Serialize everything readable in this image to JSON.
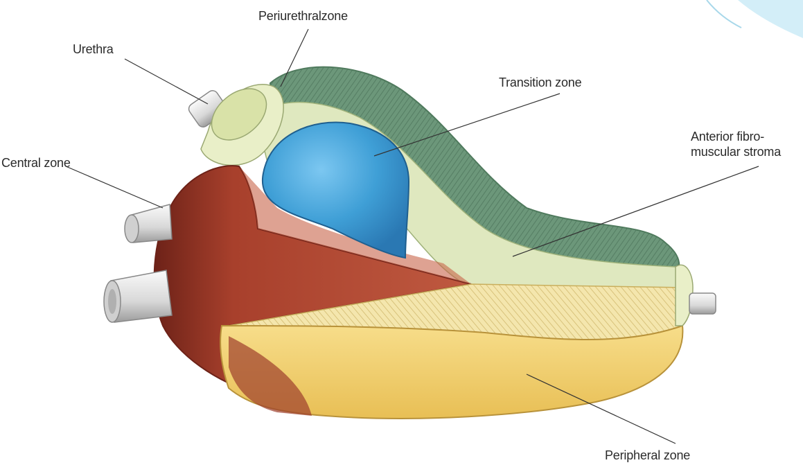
{
  "labels": {
    "periurethral_zone": "Periurethralzone",
    "urethra": "Urethra",
    "transition_zone": "Transition zone",
    "anterior_line1": "Anterior fibro-",
    "anterior_line2": "muscular stroma",
    "central_zone": "Central zone",
    "peripheral_zone": "Peripheral zone"
  },
  "colors": {
    "stroma_green": "#7fa98a",
    "stroma_dark": "#5f8b6d",
    "pale_green": "#dfe8bf",
    "transition_blue": "#3f9fd6",
    "central_red": "#b24a36",
    "peripheral_yellow": "#f2d276",
    "urethra_cream": "#e9efc8",
    "tube_gray": "#e6e6e6"
  }
}
